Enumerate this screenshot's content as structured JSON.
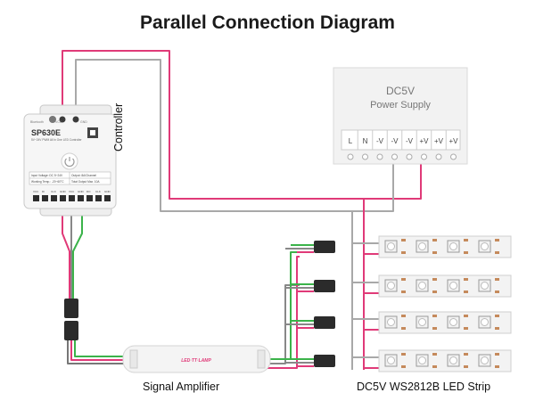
{
  "title": "Parallel Connection Diagram",
  "controller": {
    "model": "SP630E",
    "subtitle": "5V~24V PWM All In One LED Controller",
    "side_label": "Controller",
    "top_labels": [
      "Bluetooth",
      "VCC",
      "GND"
    ],
    "spec_rows": [
      [
        "Input Voltage: DC 5~24V",
        "Output: 8A/Channel"
      ],
      [
        "Working Temp.: -20~60°C",
        "Total Output Max. 10A"
      ]
    ],
    "terminal_labels": [
      "VCC",
      "DI",
      "CLK",
      "GND",
      "VCC",
      "GND",
      "DO",
      "CLK",
      "GND"
    ]
  },
  "power_supply": {
    "line1": "DC5V",
    "line2": "Power Supply",
    "terminals": [
      "L",
      "N",
      "-V",
      "-V",
      "-V",
      "+V",
      "+V",
      "+V"
    ]
  },
  "amplifier": {
    "label": "Signal Amplifier",
    "brand": "LED·TT·LAMP"
  },
  "strip": {
    "label": "DC5V WS2812B LED Strip",
    "count": 4
  },
  "colors": {
    "positive_wire": "#e03a78",
    "negative_wire": "#a8a8a8",
    "data_wire": "#3bb34a",
    "strip_pcb": "#f3f3f3",
    "led_chip": "#f2f2f2",
    "resistor": "#c58a5c"
  }
}
